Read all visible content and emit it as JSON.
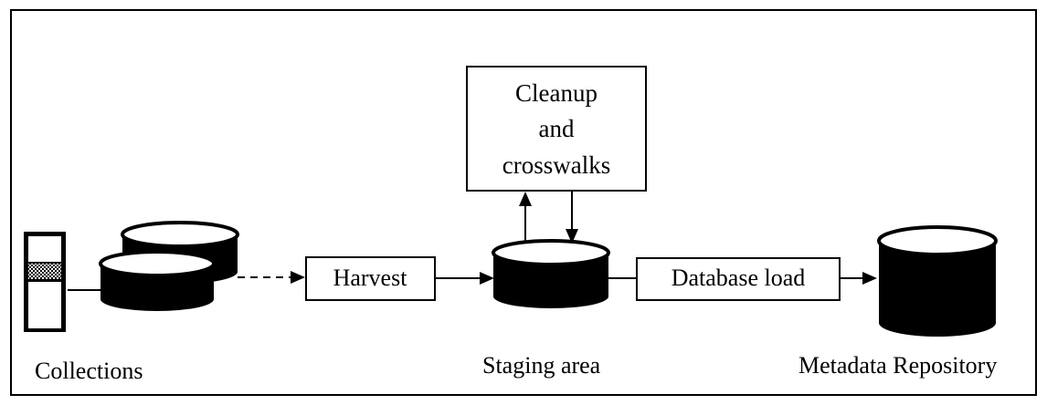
{
  "diagram": {
    "labels": {
      "cleanup": [
        "Cleanup",
        "and",
        "crosswalks"
      ],
      "harvest": "Harvest",
      "database_load": "Database load",
      "collections": "Collections",
      "staging_area": "Staging area",
      "metadata_repository": "Metadata Repository"
    }
  }
}
